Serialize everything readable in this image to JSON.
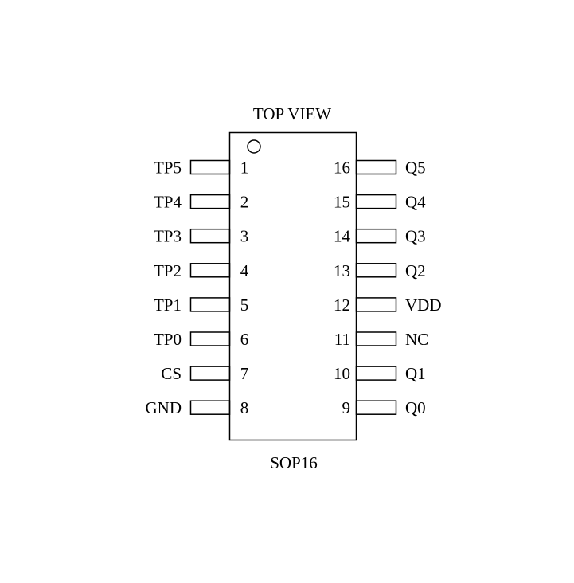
{
  "title": "TOP VIEW",
  "package": "SOP16",
  "left_pins": [
    {
      "number": "1",
      "name": "TP5"
    },
    {
      "number": "2",
      "name": "TP4"
    },
    {
      "number": "3",
      "name": "TP3"
    },
    {
      "number": "4",
      "name": "TP2"
    },
    {
      "number": "5",
      "name": "TP1"
    },
    {
      "number": "6",
      "name": "TP0"
    },
    {
      "number": "7",
      "name": "CS"
    },
    {
      "number": "8",
      "name": "GND"
    }
  ],
  "right_pins": [
    {
      "number": "16",
      "name": "Q5"
    },
    {
      "number": "15",
      "name": "Q4"
    },
    {
      "number": "14",
      "name": "Q3"
    },
    {
      "number": "13",
      "name": "Q2"
    },
    {
      "number": "12",
      "name": "VDD"
    },
    {
      "number": "11",
      "name": "NC"
    },
    {
      "number": "10",
      "name": "Q1"
    },
    {
      "number": "9",
      "name": "Q0"
    }
  ]
}
